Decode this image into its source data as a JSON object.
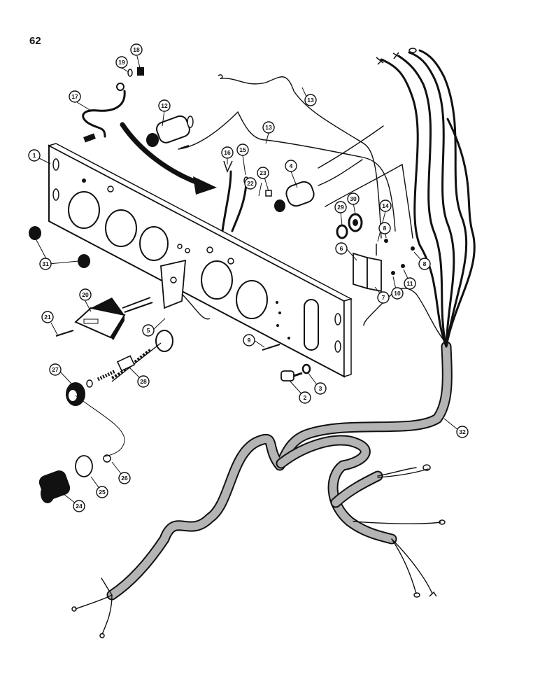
{
  "page": {
    "number": "62"
  },
  "callouts": [
    {
      "id": "c1",
      "label": "1"
    },
    {
      "id": "c2",
      "label": "2"
    },
    {
      "id": "c3",
      "label": "3"
    },
    {
      "id": "c4",
      "label": "4"
    },
    {
      "id": "c5",
      "label": "5"
    },
    {
      "id": "c6",
      "label": "6"
    },
    {
      "id": "c7",
      "label": "7"
    },
    {
      "id": "c8a",
      "label": "8"
    },
    {
      "id": "c8b",
      "label": "8"
    },
    {
      "id": "c9",
      "label": "9"
    },
    {
      "id": "c10",
      "label": "10"
    },
    {
      "id": "c11",
      "label": "11"
    },
    {
      "id": "c12",
      "label": "12"
    },
    {
      "id": "c13a",
      "label": "13"
    },
    {
      "id": "c13b",
      "label": "13"
    },
    {
      "id": "c14",
      "label": "14"
    },
    {
      "id": "c15",
      "label": "15"
    },
    {
      "id": "c16",
      "label": "16"
    },
    {
      "id": "c17",
      "label": "17"
    },
    {
      "id": "c18",
      "label": "18"
    },
    {
      "id": "c19",
      "label": "19"
    },
    {
      "id": "c20",
      "label": "20"
    },
    {
      "id": "c21",
      "label": "21"
    },
    {
      "id": "c22",
      "label": "22"
    },
    {
      "id": "c23",
      "label": "23"
    },
    {
      "id": "c24",
      "label": "24"
    },
    {
      "id": "c25",
      "label": "25"
    },
    {
      "id": "c26",
      "label": "26"
    },
    {
      "id": "c27",
      "label": "27"
    },
    {
      "id": "c28",
      "label": "28"
    },
    {
      "id": "c29",
      "label": "29"
    },
    {
      "id": "c30",
      "label": "30"
    },
    {
      "id": "c31",
      "label": "31"
    },
    {
      "id": "c32",
      "label": "32"
    }
  ]
}
